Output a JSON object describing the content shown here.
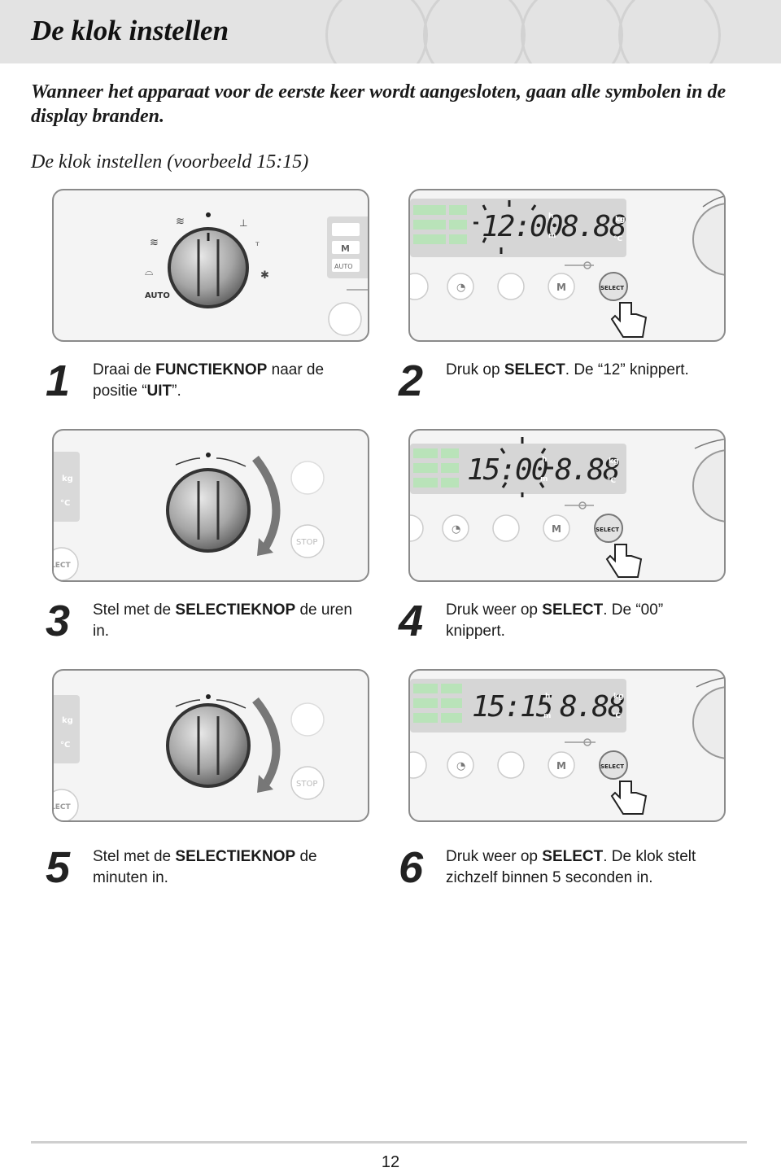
{
  "header": {
    "title": "De klok instellen"
  },
  "intro": "Wanneer het apparaat voor de eerste keer wordt aangesloten, gaan alle symbolen in de display branden.",
  "example": "De klok instellen (voorbeeld 15:15)",
  "panel_labels": {
    "auto": "AUTO",
    "m": "M",
    "select": "SELECT",
    "stop": "STOP",
    "lect": "LECT",
    "kg": "kg",
    "celsius": "°C",
    "h": "h",
    "min": "m",
    "weight": "8.88"
  },
  "displays": {
    "d1": "12:00",
    "d2": "15:00",
    "d3": "15:15"
  },
  "steps": [
    {
      "num": "1",
      "pre": "Draai de ",
      "bold": "FUNCTIEKNOP",
      "mid": " naar de positie “",
      "bold2": "UIT",
      "post": "”."
    },
    {
      "num": "2",
      "pre": "Druk op ",
      "bold": "SELECT",
      "post": ". De “12” knippert."
    },
    {
      "num": "3",
      "pre": "Stel met de ",
      "bold": "SELECTIEKNOP",
      "post": " de uren in."
    },
    {
      "num": "4",
      "pre": "Druk weer op ",
      "bold": "SELECT",
      "post": ". De “00” knippert."
    },
    {
      "num": "5",
      "pre": "Stel met de ",
      "bold": "SELECTIEKNOP",
      "post": " de minuten in."
    },
    {
      "num": "6",
      "pre": "Druk weer op ",
      "bold": "SELECT",
      "post": ". De klok stelt zichzelf binnen 5 seconden in."
    }
  ],
  "page_number": "12"
}
